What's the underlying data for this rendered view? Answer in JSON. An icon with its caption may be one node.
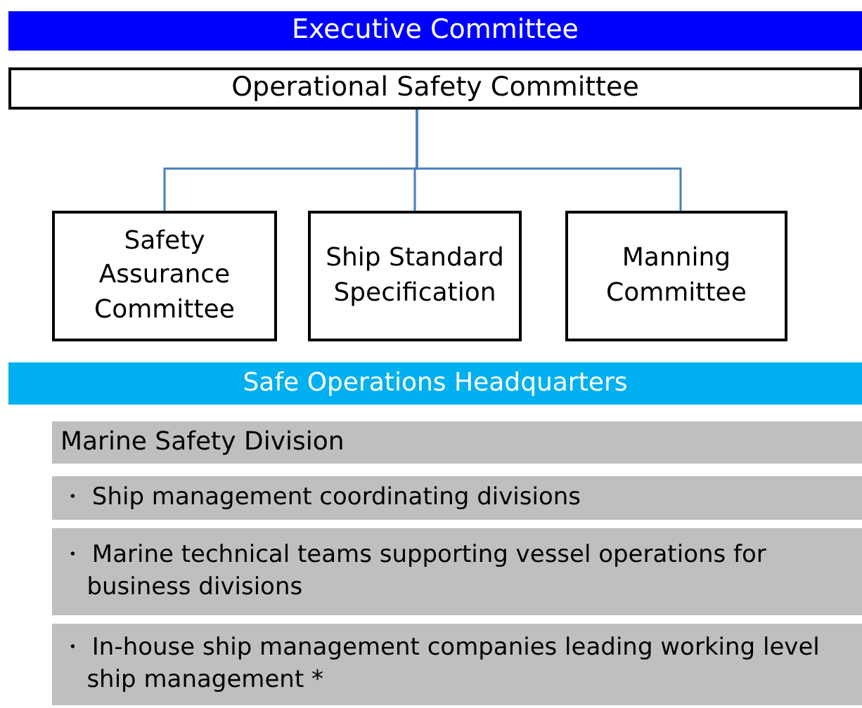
{
  "diagram": {
    "nodes": [
      {
        "text": [
          "Executive Committee"
        ]
      },
      {
        "text": [
          "Operational Safety Committee"
        ]
      },
      {
        "text": [
          "Safety Assurance Committee"
        ]
      },
      {
        "text": [
          "Ship Standard Specification"
        ]
      },
      {
        "text": [
          "Manning Committee"
        ]
      },
      {
        "text": [
          "Safe Operations Headquarters"
        ]
      },
      {
        "text": [
          "Marine Safety Division"
        ]
      },
      {
        "text": [
          "・ Ship management coordinating divisions"
        ]
      },
      {
        "text": [
          "・ Marine technical teams supporting vessel operations for business divisions"
        ]
      },
      {
        "text": [
          "・ In-house ship management companies leading working level ship management *"
        ]
      }
    ],
    "edges": [
      {
        "from": 1,
        "to": 2,
        "arrow": "none"
      },
      {
        "from": 1,
        "to": 3,
        "arrow": "none"
      },
      {
        "from": 1,
        "to": 4,
        "arrow": "none"
      }
    ]
  }
}
